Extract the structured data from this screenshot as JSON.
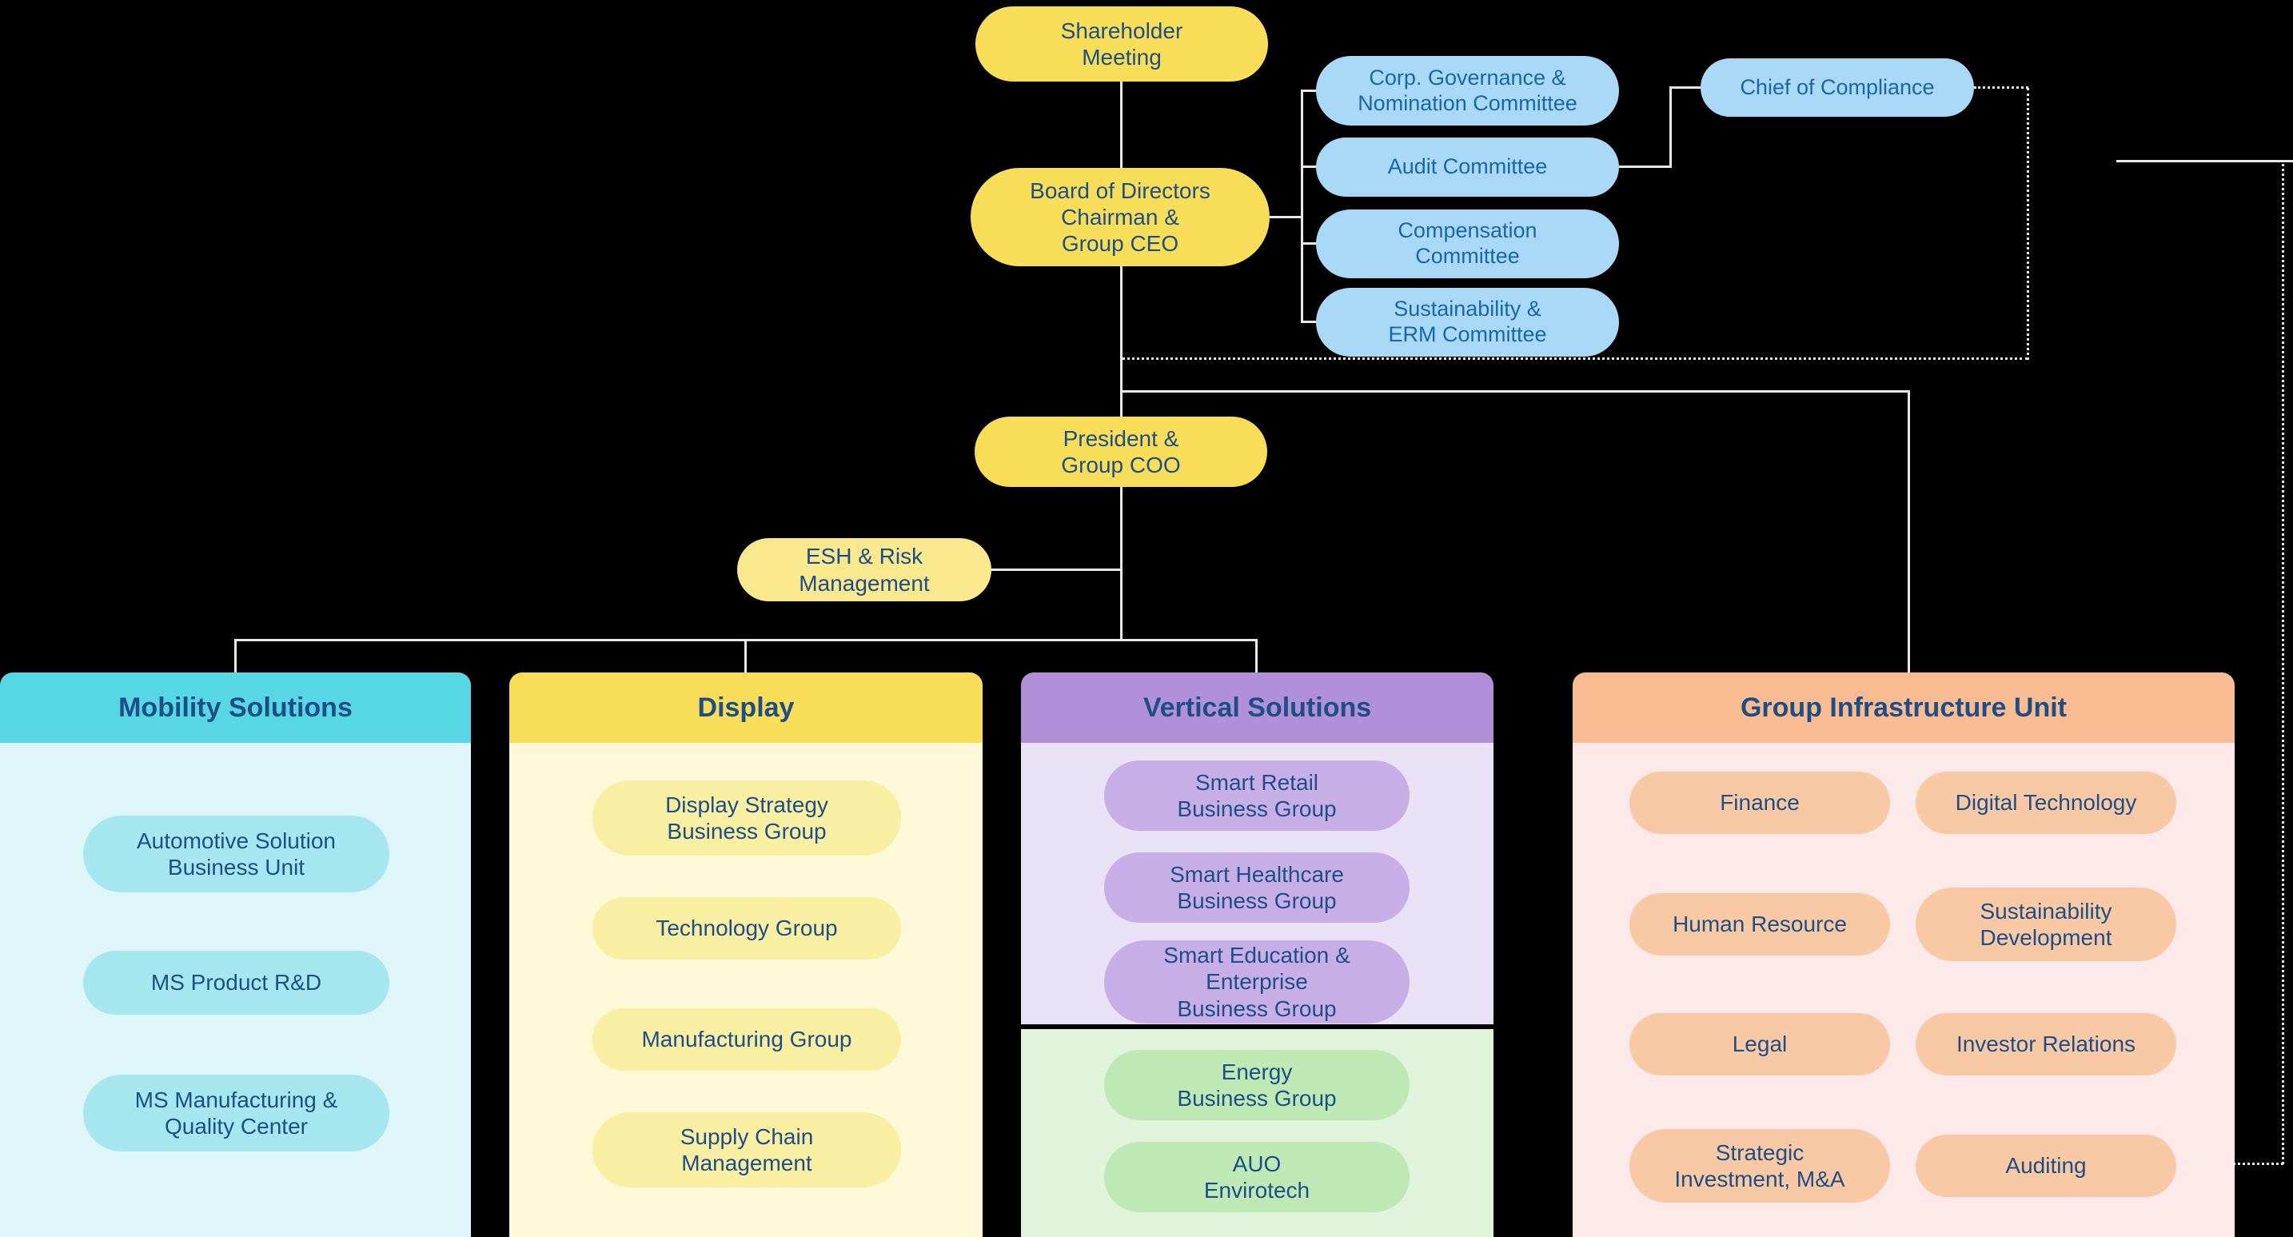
{
  "colors": {
    "bg": "#000000",
    "yellow": "#F8DE58",
    "yellowSoft": "#F9E88D",
    "yellowPale": "#FCF8D8",
    "yellowPill": "#F9EFA3",
    "blue": "#A9D9F7",
    "cyan": "#56D7E3",
    "cyanPale": "#DEF6FA",
    "cyanPill": "#A5E6EF",
    "purple": "#B18FD9",
    "purplePale": "#E9E1F6",
    "purplePill": "#C7AEE7",
    "greenPale": "#DFF4DA",
    "greenPill": "#BFE9B4",
    "orange": "#F9BB92",
    "orangePale": "#FDE9E9",
    "orangePill": "#F9C8A4",
    "text": "#1D4E86",
    "textBlue": "#1768A8",
    "line": "#E8E8E8"
  },
  "nodes": {
    "shareholder": "Shareholder\nMeeting",
    "board": "Board of Directors\nChairman &\nGroup CEO",
    "president": "President &\nGroup COO",
    "esh": "ESH & Risk\nManagement",
    "chief_compliance": "Chief of Compliance"
  },
  "committees": [
    {
      "label": "Corp. Governance &\nNomination Committee"
    },
    {
      "label": "Audit Committee"
    },
    {
      "label": "Compensation\nCommittee"
    },
    {
      "label": "Sustainability &\nERM Committee"
    }
  ],
  "columns": {
    "mobility": {
      "title": "Mobility Solutions",
      "items": [
        "Automotive Solution\nBusiness Unit",
        "MS Product R&D",
        "MS Manufacturing &\nQuality Center"
      ]
    },
    "display": {
      "title": "Display",
      "items": [
        "Display Strategy\nBusiness Group",
        "Technology Group",
        "Manufacturing Group",
        "Supply Chain\nManagement"
      ]
    },
    "vertical": {
      "title": "Vertical Solutions",
      "items": [
        "Smart Retail\nBusiness Group",
        "Smart Healthcare\nBusiness Group",
        "Smart Education &\nEnterprise\nBusiness Group"
      ],
      "green_items": [
        "Energy\nBusiness Group",
        "AUO\nEnvirotech"
      ]
    },
    "infrastructure": {
      "title": "Group Infrastructure Unit",
      "items": [
        "Finance",
        "Digital Technology",
        "Human Resource",
        "Sustainability\nDevelopment",
        "Legal",
        "Investor Relations",
        "Strategic\nInvestment, M&A",
        "Auditing"
      ]
    }
  }
}
